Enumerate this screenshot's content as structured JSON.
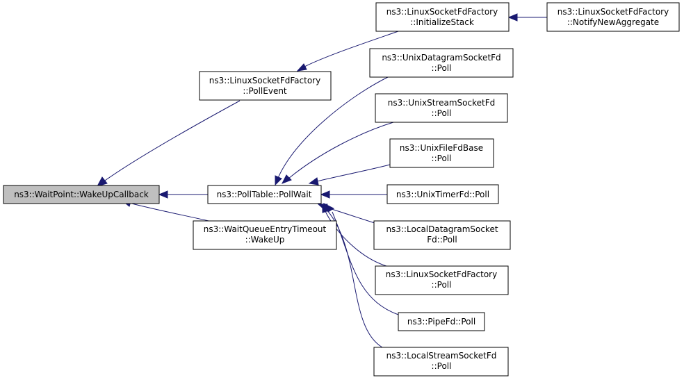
{
  "diagram": {
    "colors": {
      "edge": "#191970",
      "root_fill": "#bfbfbf",
      "node_fill": "#ffffff",
      "border": "#000000"
    },
    "nodes": {
      "waitpoint_wakeup": {
        "lines": [
          "ns3::WaitPoint::WakeUpCallback"
        ]
      },
      "polltable_pollwait": {
        "lines": [
          "ns3::PollTable::PollWait"
        ]
      },
      "linux_pollevent": {
        "lines": [
          "ns3::LinuxSocketFdFactory",
          "::PollEvent"
        ]
      },
      "waitqueue_wakeup": {
        "lines": [
          "ns3::WaitQueueEntryTimeout",
          "::WakeUp"
        ]
      },
      "linux_initializestack": {
        "lines": [
          "ns3::LinuxSocketFdFactory",
          "::InitializeStack"
        ]
      },
      "linux_notifynewaggregate": {
        "lines": [
          "ns3::LinuxSocketFdFactory",
          "::NotifyNewAggregate"
        ]
      },
      "unixdatagram_poll": {
        "lines": [
          "ns3::UnixDatagramSocketFd",
          "::Poll"
        ]
      },
      "unixstream_poll": {
        "lines": [
          "ns3::UnixStreamSocketFd",
          "::Poll"
        ]
      },
      "unixfile_poll": {
        "lines": [
          "ns3::UnixFileFdBase",
          "::Poll"
        ]
      },
      "unixtimer_poll": {
        "lines": [
          "ns3::UnixTimerFd::Poll"
        ]
      },
      "localdatagram_poll": {
        "lines": [
          "ns3::LocalDatagramSocket",
          "Fd::Poll"
        ]
      },
      "linuxsocket_poll": {
        "lines": [
          "ns3::LinuxSocketFdFactory",
          "::Poll"
        ]
      },
      "pipefd_poll": {
        "lines": [
          "ns3::PipeFd::Poll"
        ]
      },
      "localstream_poll": {
        "lines": [
          "ns3::LocalStreamSocketFd",
          "::Poll"
        ]
      }
    }
  }
}
